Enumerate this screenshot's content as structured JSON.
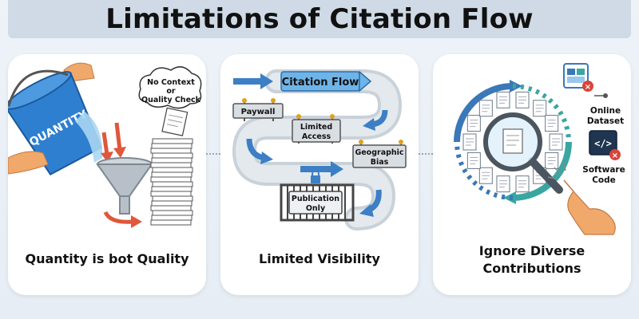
{
  "header": {
    "title": "Limitations of Citation Flow"
  },
  "panels": [
    {
      "caption": "Quantity is bot Quality",
      "bucket_label": "QUANTITY",
      "bubble_lines": [
        "No Context",
        "or",
        "Quality Check"
      ]
    },
    {
      "caption": "Limited Visibility",
      "flow_banner": "Citation Flow",
      "signs": {
        "paywall": "Paywall",
        "limited_access": [
          "Limited",
          "Access"
        ],
        "geographic_bias": [
          "Geographic",
          "Bias"
        ],
        "publication_only": [
          "Publication",
          "Only"
        ]
      }
    },
    {
      "caption_lines": [
        "Ignore Diverse",
        "Contributions"
      ],
      "labels": {
        "online_dataset": [
          "Online",
          "Dataset"
        ],
        "software_code": [
          "Software",
          "Code"
        ]
      }
    }
  ],
  "colors": {
    "bucket_blue": "#2f7fd0",
    "arrow_red": "#e0573a",
    "flow_blue": "#3c7fc4",
    "ring_blue": "#3a78b8",
    "ring_teal": "#3aa6a0",
    "error_red": "#d8453a"
  }
}
